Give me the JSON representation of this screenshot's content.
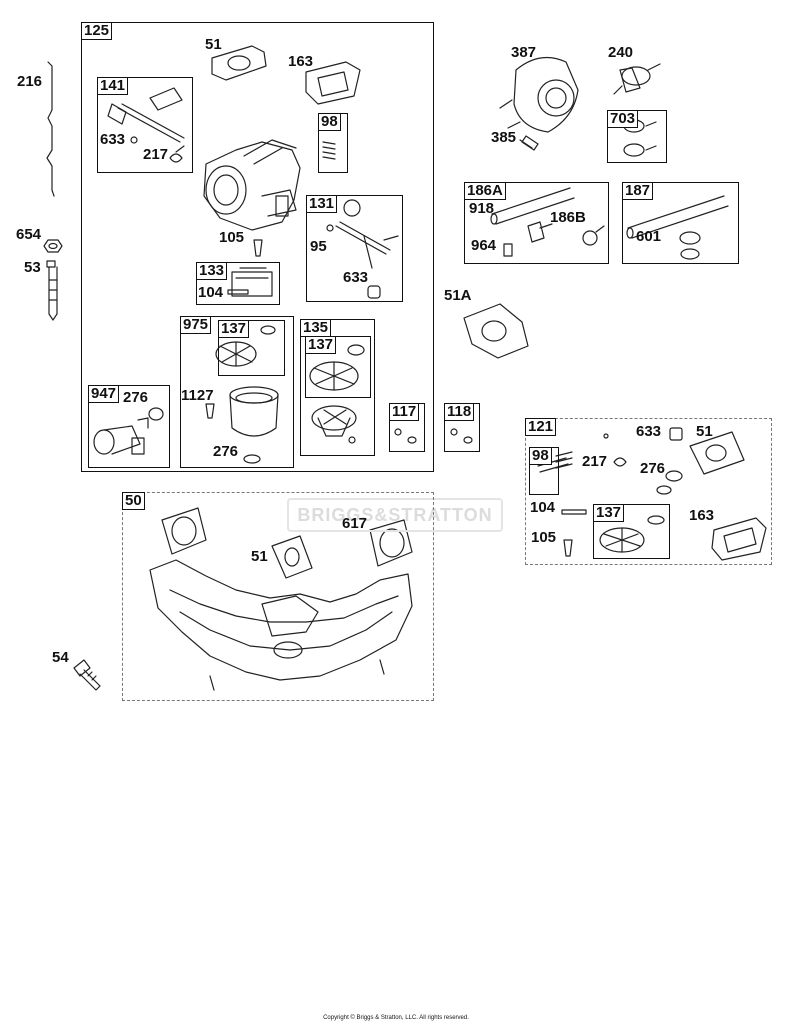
{
  "diagram": {
    "watermark": "BRIGGS&STRATTON",
    "copyright": "Copyright © Briggs & Stratton, LLC. All rights reserved.",
    "group_tags": {
      "g125": "125",
      "g141": "141",
      "g98": "98",
      "g131": "131",
      "g133": "133",
      "g975": "975",
      "g137a": "137",
      "g135": "135",
      "g137b": "137",
      "g947": "947",
      "g117": "117",
      "g118": "118",
      "g703": "703",
      "g186a": "186A",
      "g187": "187",
      "g121": "121",
      "g98b": "98",
      "g137c": "137",
      "g50": "50"
    },
    "parts": {
      "p216": "216",
      "p654": "654",
      "p53": "53",
      "p54": "54",
      "p51a": "51",
      "p163a": "163",
      "p633a": "633",
      "p217a": "217",
      "p105a": "105",
      "p95": "95",
      "p633b": "633",
      "p104a": "104",
      "p276a": "276",
      "p1127": "1127",
      "p276b": "276",
      "p387": "387",
      "p240": "240",
      "p385": "385",
      "p918": "918",
      "p186b": "186B",
      "p964": "964",
      "p601": "601",
      "p51A": "51A",
      "p633c": "633",
      "p51c": "51",
      "p217b": "217",
      "p276c": "276",
      "p104b": "104",
      "p163b": "163",
      "p105b": "105",
      "p51b": "51",
      "p617": "617"
    }
  }
}
